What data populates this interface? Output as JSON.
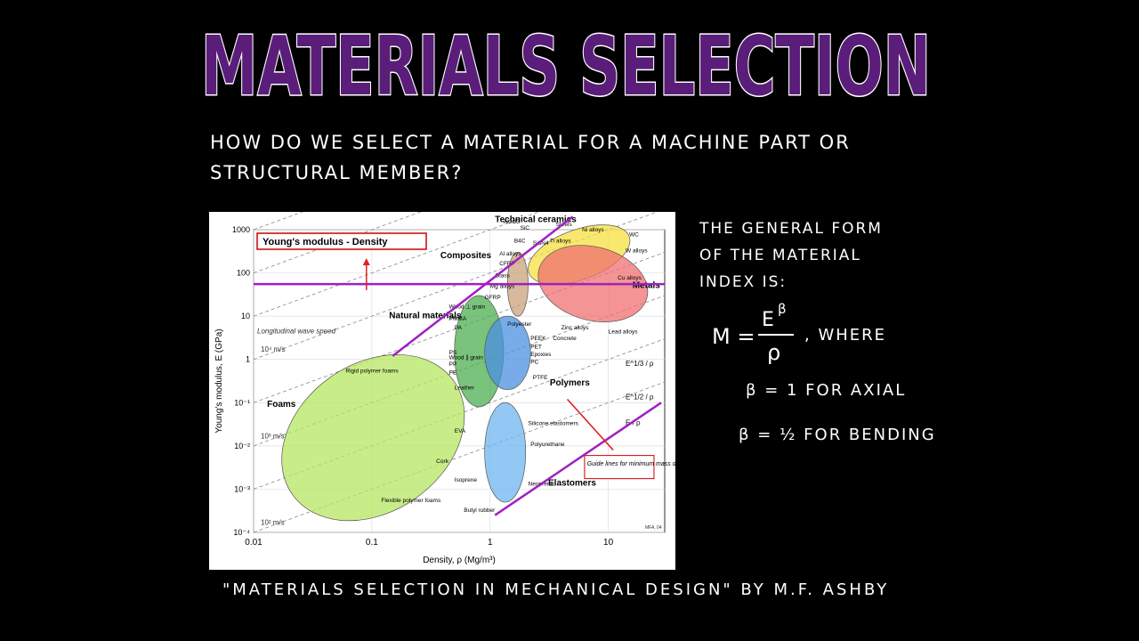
{
  "title": "MATERIALS SELECTION",
  "question": "HOW DO WE SELECT A MATERIAL FOR A MACHINE PART OR STRUCTURAL MEMBER?",
  "index_text": {
    "line1": "THE GENERAL FORM",
    "line2": "OF THE MATERIAL",
    "line3": "INDEX IS:",
    "equation_lhs": "M =",
    "numerator": "E",
    "exponent": "β",
    "denominator": "ρ",
    "where": ", WHERE",
    "beta_axial": "β = 1   FOR AXIAL",
    "beta_bending": "β = ½   FOR BENDING"
  },
  "citation": "\"MATERIALS SELECTION IN MECHANICAL DESIGN\" BY M.F. ASHBY",
  "colors": {
    "title_fill": "#5a1d7a",
    "guide_line": "#a020c0",
    "annotation": "#e02020"
  },
  "chart_data": {
    "type": "scatter",
    "title": "Young's modulus - Density",
    "xlabel": "Density, ρ (Mg/m³)",
    "ylabel": "Young's modulus, E (GPa)",
    "x_scale": "log",
    "y_scale": "log",
    "xlim": [
      0.01,
      30
    ],
    "ylim": [
      0.0001,
      1000
    ],
    "x_ticks": [
      "0.01",
      "0.1",
      "1",
      "10"
    ],
    "y_ticks": [
      "1000",
      "100",
      "10",
      "1",
      "10⁻¹",
      "10⁻²",
      "10⁻³",
      "10⁻⁴"
    ],
    "families": [
      {
        "name": "Technical ceramics",
        "color": "#f5e040",
        "x": [
          2,
          16
        ],
        "y": [
          70,
          1000
        ]
      },
      {
        "name": "Composites",
        "color": "#c9a27a",
        "x": [
          1.4,
          2.1
        ],
        "y": [
          10,
          300
        ]
      },
      {
        "name": "Metals",
        "color": "#f07070",
        "x": [
          2.5,
          22
        ],
        "y": [
          8,
          400
        ]
      },
      {
        "name": "Natural materials",
        "color": "#4caf50",
        "x": [
          0.5,
          1.3
        ],
        "y": [
          0.08,
          30
        ]
      },
      {
        "name": "Polymers",
        "color": "#4a90e2",
        "x": [
          0.9,
          2.2
        ],
        "y": [
          0.2,
          10
        ]
      },
      {
        "name": "Elastomers",
        "color": "#6fb5f0",
        "x": [
          0.9,
          2
        ],
        "y": [
          0.0005,
          0.1
        ]
      },
      {
        "name": "Foams",
        "color": "#b5e560",
        "x": [
          0.015,
          0.7
        ],
        "y": [
          0.0003,
          0.8
        ]
      }
    ],
    "labels": [
      "Al2O3",
      "SiC",
      "Steels",
      "Ni alloys",
      "WC",
      "Ti alloys",
      "B4C",
      "Si3N4",
      "Al alloys",
      "CFRP",
      "W alloys",
      "Glass",
      "Mg alloys",
      "Cu alloys",
      "GFRP",
      "Wood ⊥ grain",
      "PMMA",
      "PA",
      "Polyester",
      "PEEK",
      "PET",
      "Epoxies",
      "PC",
      "Concrete",
      "Zinc alloys",
      "Lead alloys",
      "PS",
      "PP",
      "PE",
      "Wood ∥ grain",
      "PTFE",
      "Rigid polymer foams",
      "Leather",
      "EVA",
      "Silicone elastomers",
      "Polyurethane",
      "Isoprene",
      "Neoprene",
      "Butyl rubber",
      "Cork",
      "Flexible polymer foams"
    ],
    "wave_speed_labels": [
      "Longitudinal wave speed",
      "10⁴ m/s",
      "10³ m/s",
      "10² m/s"
    ],
    "guide_labels": [
      "E^1/3 / ρ",
      "E^1/2 / ρ",
      "E / ρ"
    ],
    "guide_box": "Guide lines for minimum mass design",
    "footer_tag": "MFA, 04"
  }
}
